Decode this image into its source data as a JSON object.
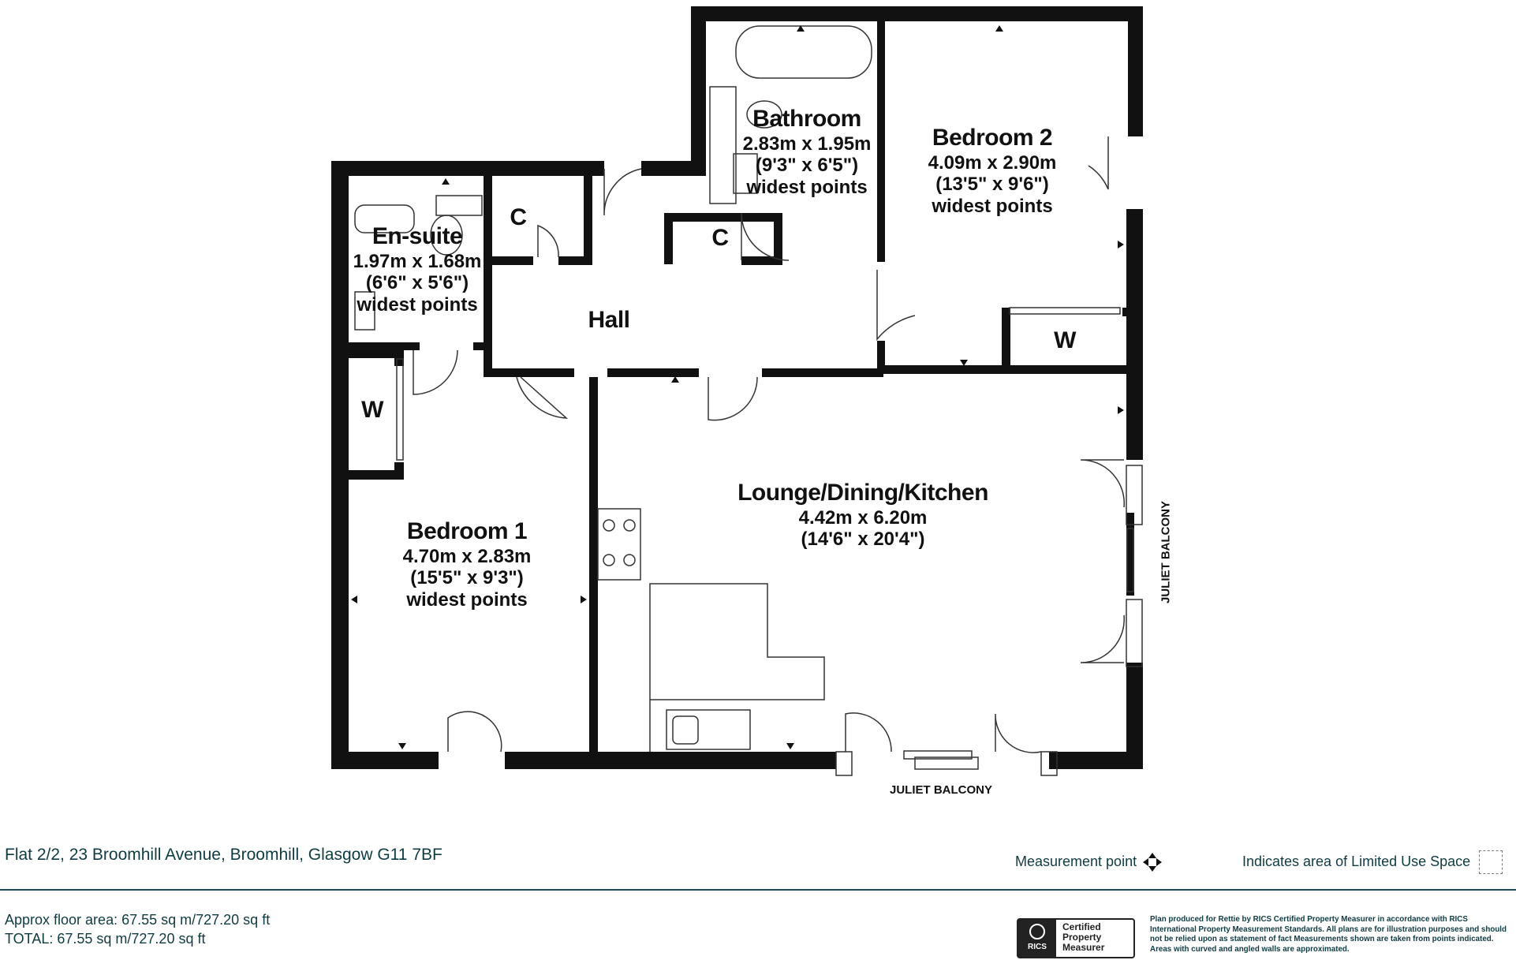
{
  "rooms": {
    "ensuite": {
      "name": "En-suite",
      "dims": "1.97m x 1.68m",
      "imperial": "(6'6\" x 5'6\")",
      "note": "widest points"
    },
    "bathroom": {
      "name": "Bathroom",
      "dims": "2.83m x 1.95m",
      "imperial": "(9'3\" x 6'5\")",
      "note": "widest points"
    },
    "bedroom2": {
      "name": "Bedroom 2",
      "dims": "4.09m x 2.90m",
      "imperial": "(13'5\" x 9'6\")",
      "note": "widest points"
    },
    "bedroom1": {
      "name": "Bedroom 1",
      "dims": "4.70m x 2.83m",
      "imperial": "(15'5\" x 9'3\")",
      "note": "widest points"
    },
    "lounge": {
      "name": "Lounge/Dining/Kitchen",
      "dims": "4.42m x 6.20m",
      "imperial": "(14'6\" x 20'4\")"
    },
    "hall": {
      "name": "Hall"
    },
    "cupboard1": {
      "name": "C"
    },
    "cupboard2": {
      "name": "C"
    },
    "wardrobe1": {
      "name": "W"
    },
    "wardrobe2": {
      "name": "W"
    }
  },
  "balconies": {
    "south": "JULIET BALCONY",
    "east": "JULIET BALCONY"
  },
  "footer": {
    "address": "Flat 2/2, 23 Broomhill Avenue, Broomhill, Glasgow G11 7BF",
    "approx_area": "Approx floor area: 67.55 sq m/727.20 sq ft",
    "total_area": "TOTAL: 67.55 sq m/727.20 sq ft",
    "measurement_point": "Measurement point",
    "limited_use": "Indicates area of  Limited Use Space",
    "rics_logo": "RICS",
    "rics_badge": [
      "Certified",
      "Property",
      "Measurer"
    ],
    "disclaimer": "Plan produced for Rettie by RICS Certified Property Measurer in accordance with RICS International Property  Measurement Standards.  All plans are for illustration purposes and should not be relied upon as statement of fact Measurements shown are taken from points indicated. Areas with curved and angled walls are approximated."
  },
  "colors": {
    "wall": "#111111",
    "text": "#111111",
    "footer_text": "#0f3b43",
    "rule": "#1c4a50"
  },
  "icons": [
    "measurement-point-icon",
    "limited-use-space-icon",
    "rics-logo-icon",
    "bath-icon",
    "toilet-icon",
    "basin-icon",
    "hob-icon",
    "sink-icon",
    "door-swing-icon"
  ]
}
